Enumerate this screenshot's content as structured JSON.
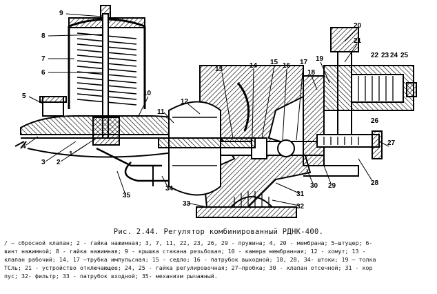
{
  "caption": "Рис. 2.44. Регулятор комбинированный РДНК-400.",
  "legend_lines": [
    "/ — сбросной клапан; 2 - гайка нажимная; 3, 7, 11, 22, 23, 26, 29 - пружина; 4, 20 - мембрана; 5—штуцер; 6-",
    "винт нажимной; 8 - гайка нажимная; 9 - крышка стакана резьбовая; 10 - камера мембранная; 12 - хомут; 13 -",
    "клапан рабочий; 14, 17 —трубка импульсная; 15 - седло; 16 - патрубок выходной; 18, 28, 34- штоки; 19 — толка",
    "ТСль; 21 - устройство отключающее; 24, 25 - гайка регулировочная; 27—пробка; 30 - клапан отсечной; 31 - кор",
    "пус; 32- фильтр; 33 - патрубок входной; 35- механизм рычажный."
  ],
  "numbers": [
    "1",
    "2",
    "3",
    "4",
    "5",
    "6",
    "7",
    "8",
    "9",
    "10",
    "11",
    "12",
    "13",
    "14",
    "15",
    "16",
    "17",
    "18",
    "19",
    "20",
    "21",
    "22",
    "23",
    "24",
    "25",
    "26",
    "27",
    "28",
    "29",
    "30",
    "31",
    "32",
    "33",
    "34",
    "35"
  ]
}
